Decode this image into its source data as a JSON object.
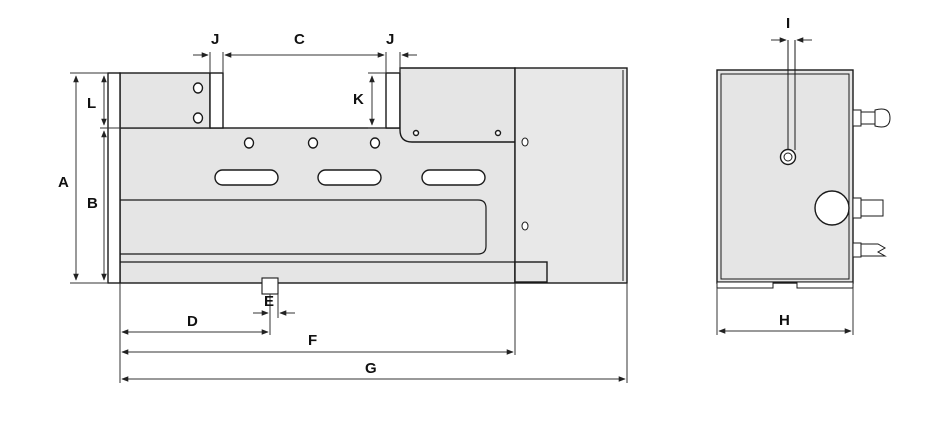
{
  "drawing": {
    "title": "",
    "dimension_labels": {
      "A": "A",
      "B": "B",
      "C": "C",
      "D": "D",
      "E": "E",
      "F": "F",
      "G": "G",
      "H": "H",
      "I": "I",
      "J_left": "J",
      "J_right": "J",
      "K": "K",
      "L": "L"
    },
    "colors": {
      "body_fill": "#e6e6e6",
      "outline": "#1a1a1a",
      "dimension_line": "#333333"
    }
  }
}
